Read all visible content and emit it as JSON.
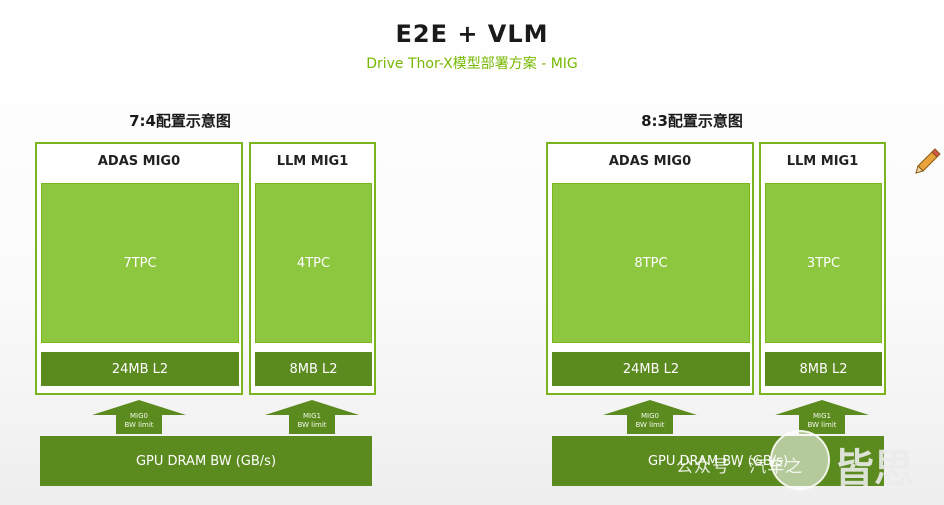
{
  "title": "E2E + VLM",
  "subtitle": "Drive Thor-X模型部署方案 - MIG",
  "diagrams": [
    {
      "title": "7:4配置示意图",
      "mig0": {
        "label": "ADAS MIG0",
        "tpc": "7TPC",
        "l2": "24MB L2"
      },
      "mig1": {
        "label": "LLM MIG1",
        "tpc": "4TPC",
        "l2": "8MB L2"
      },
      "arrow0": {
        "line1": "MIG0",
        "line2": "BW limit"
      },
      "arrow1": {
        "line1": "MIG1",
        "line2": "BW limit"
      },
      "dram": "GPU DRAM BW (GB/s)"
    },
    {
      "title": "8:3配置示意图",
      "mig0": {
        "label": "ADAS MIG0",
        "tpc": "8TPC",
        "l2": "24MB L2"
      },
      "mig1": {
        "label": "LLM MIG1",
        "tpc": "3TPC",
        "l2": "8MB L2"
      },
      "arrow0": {
        "line1": "MIG0",
        "line2": "BW limit"
      },
      "arrow1": {
        "line1": "MIG1",
        "line2": "BW limit"
      },
      "dram": "GPU DRAM BW (GB/s)"
    }
  ],
  "watermark": {
    "text": "公众号 · 汽车之",
    "logo_text": "皆思"
  },
  "colors": {
    "accent": "#76b900",
    "tpc": "#8dc63f",
    "dark_green": "#5b8a1f",
    "border": "#7ab51d"
  },
  "icons": {
    "pencil": "pencil-icon"
  }
}
